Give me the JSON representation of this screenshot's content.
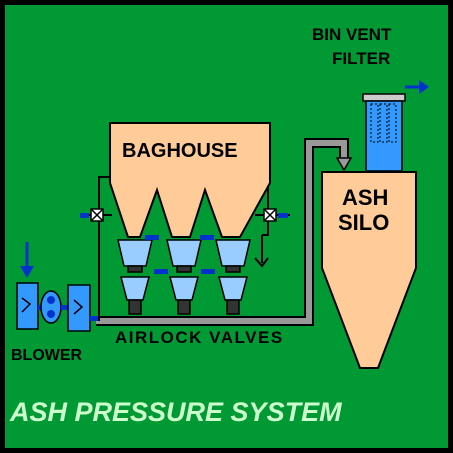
{
  "diagram": {
    "title": "ASH PRESSURE SYSTEM",
    "labels": {
      "bin_vent_line1": "BIN VENT",
      "bin_vent_line2": "FILTER",
      "baghouse": "BAGHOUSE",
      "ash_silo_line1": "ASH",
      "ash_silo_line2": "SILO",
      "airlock_valves": "AIRLOCK VALVES",
      "blower": "BLOWER"
    },
    "colors": {
      "background": "#009933",
      "title": "#ccffcc",
      "vessel": "#ffcc99",
      "pipe": "#999999",
      "blue": "#0033cc",
      "filter": "#3399ff",
      "outline": "#000000"
    },
    "icons": [
      "arrow-right-icon",
      "arrow-down-icon",
      "valve-icon",
      "blower-icon"
    ]
  }
}
